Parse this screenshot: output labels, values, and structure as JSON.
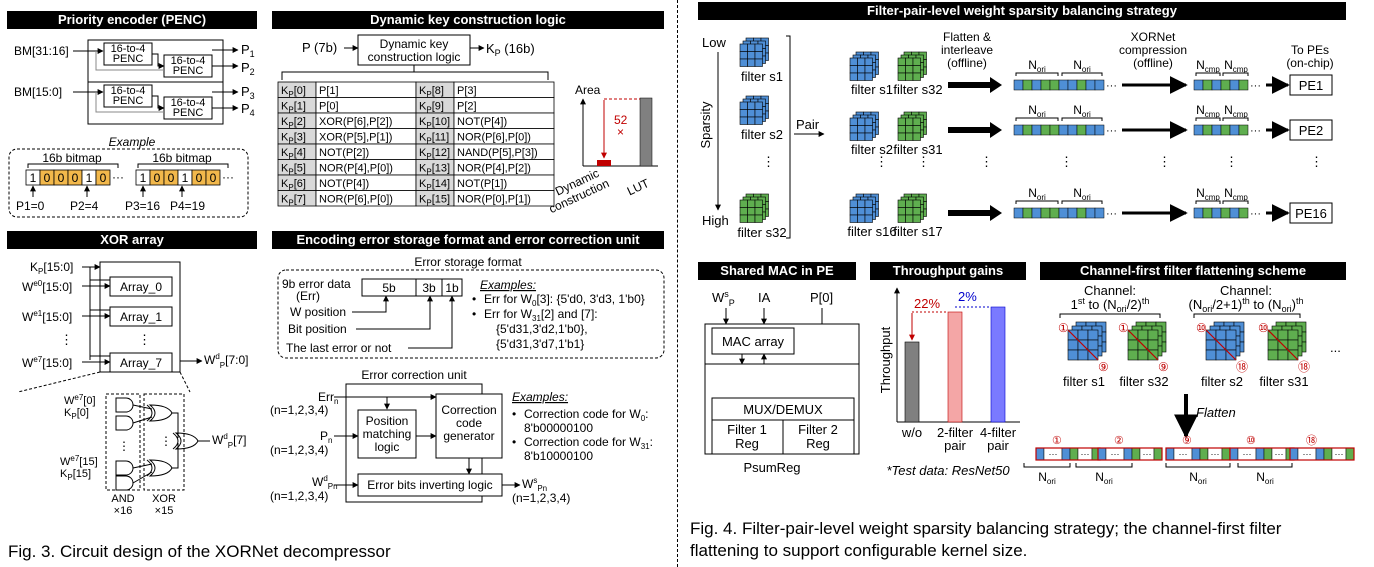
{
  "fig3": {
    "caption": "Fig. 3.  Circuit design of the XORNet decompressor",
    "penc": {
      "title": "Priority encoder (PENC)",
      "in_hi": "BM[31:16]",
      "in_lo": "BM[15:0]",
      "block_a": "16-to-4 PENC",
      "block_b": "16-to-4 PENC",
      "outs": [
        "P1",
        "P2",
        "P3",
        "P4"
      ],
      "example_label": "Example",
      "bitmap_label": "16b bitmap",
      "bits_a": [
        "1",
        "0",
        "0",
        "0",
        "1",
        "0"
      ],
      "bits_b": [
        "1",
        "0",
        "0",
        "1",
        "0",
        "0"
      ],
      "p_values": [
        "P1=0",
        "P2=4",
        "P3=16",
        "P4=19"
      ]
    },
    "dkc": {
      "title": "Dynamic key construction logic",
      "input": "P (7b)",
      "block": "Dynamic key construction logic",
      "output": "KP (16b)",
      "left": [
        {
          "k": "KP[0]",
          "v": "P[1]"
        },
        {
          "k": "KP[1]",
          "v": "P[0]"
        },
        {
          "k": "KP[2]",
          "v": "XOR(P[6],P[2])"
        },
        {
          "k": "KP[3]",
          "v": "XOR(P[5],P[1])"
        },
        {
          "k": "KP[4]",
          "v": "NOT(P[2])"
        },
        {
          "k": "KP[5]",
          "v": "NOR(P[4],P[0])"
        },
        {
          "k": "KP[6]",
          "v": "NOT(P[4])"
        },
        {
          "k": "KP[7]",
          "v": "NOR(P[6],P[0])"
        }
      ],
      "right": [
        {
          "k": "KP[8]",
          "v": "P[3]"
        },
        {
          "k": "KP[9]",
          "v": "P[2]"
        },
        {
          "k": "KP[10]",
          "v": "NOT(P[4])"
        },
        {
          "k": "KP[11]",
          "v": "NOR(P[6],P[0])"
        },
        {
          "k": "KP[12]",
          "v": "NAND(P[5],P[3])"
        },
        {
          "k": "KP[13]",
          "v": "NOR(P[4],P[2])"
        },
        {
          "k": "KP[14]",
          "v": "NOT(P[1])"
        },
        {
          "k": "KP[15]",
          "v": "NOR(P[0],P[1])"
        }
      ],
      "area_label": "Area",
      "area_ratio": "52 ×",
      "bar_dyn": "Dynamic construction",
      "bar_lut": "LUT"
    },
    "xor": {
      "title": "XOR array",
      "kp": "KP[15:0]",
      "w_inputs": [
        "We0[15:0]",
        "We1[15:0]",
        "⋮",
        "We7[15:0]"
      ],
      "arrays": [
        "Array_0",
        "Array_1",
        "⋮",
        "Array_7"
      ],
      "out": "WdP[7:0]",
      "g_in1": "We7[0]",
      "g_in2": "KP[0]",
      "g_in3": "We7[15]",
      "g_in4": "KP[15]",
      "g_out": "WdP[7]",
      "and_label": "AND",
      "and_count": "×16",
      "xor_label": "XOR",
      "xor_count": "×15"
    },
    "ecu": {
      "title": "Encoding error storage format and error correction unit",
      "fmt_title": "Error storage format",
      "err_data": "9b error data",
      "err_abbr": "(Err)",
      "fields": [
        "5b",
        "3b",
        "1b"
      ],
      "w_pos": "W position",
      "bit_pos": "Bit position",
      "last_err": "The last error or not",
      "examples_label": "Examples:",
      "ex1": "Err for W0[3]: {5'd0, 3'd3, 1'b0}",
      "ex2": "Err for W31[2] and [7]:",
      "ex2b": "{5'd31,3'd2,1'b0},",
      "ex2c": "{5'd31,3'd7,1'b1}",
      "unit_title": "Error correction unit",
      "in_err": "Errn",
      "in_p": "Pn",
      "in_w": "WdPn",
      "n_range": "(n=1,2,3,4)",
      "pos_logic": "Position matching logic",
      "corr_gen": "Correction code generator",
      "inv_logic": "Error bits inverting logic",
      "out_w": "WsPn",
      "cex1": "Correction code for W0:",
      "cex1v": "8'b00000100",
      "cex2": "Correction code for W31:",
      "cex2v": "8'b10000100"
    }
  },
  "fig4": {
    "caption_l1": "Fig. 4.  Filter-pair-level weight sparsity balancing strategy; the channel-first filter",
    "caption_l2": "flattening to support configurable kernel size.",
    "top": {
      "title": "Filter-pair-level weight sparsity balancing strategy",
      "low": "Low",
      "high": "High",
      "sparsity": "Sparsity",
      "pair": "Pair",
      "f_s1": "filter s1",
      "f_s2": "filter s2",
      "f_s32": "filter s32",
      "pairs": [
        [
          "filter s1",
          "filter s32"
        ],
        [
          "filter s2",
          "filter s31"
        ],
        [
          "filter s16",
          "filter s17"
        ]
      ],
      "flatten": "Flatten & interleave (offline)",
      "xornet": "XORNet compression (offline)",
      "to_pes": "To PEs (on-chip)",
      "n_ori": "Nori",
      "n_cmp": "Ncmp",
      "pes": [
        "PE1",
        "PE2",
        "PE16"
      ]
    },
    "mac": {
      "title": "Shared MAC in PE",
      "in_w": "WsP",
      "in_ia": "IA",
      "in_p": "P[0]",
      "mac_array": "MAC array",
      "mux": "MUX/DEMUX",
      "reg1": "Filter 1 Reg",
      "reg2": "Filter 2 Reg",
      "psum": "PsumReg"
    },
    "tput": {
      "title": "Throughput gains",
      "ylabel": "Throughput",
      "gain1": "22%",
      "gain2": "2%",
      "cats": [
        "w/o",
        "2-filter pair",
        "4-filter pair"
      ],
      "note": "*Test data: ResNet50"
    },
    "flat": {
      "title": "Channel-first filter flattening scheme",
      "ch1": "Channel:",
      "ch1b": "1st to (Nori/2)th",
      "ch2": "Channel:",
      "ch2b": "(Nori/2+1)th to (Nori)th",
      "filters": [
        "filter s1",
        "filter s32",
        "filter s2",
        "filter s31"
      ],
      "dots": "...",
      "flatten": "Flatten",
      "marks": [
        "①",
        "⑨",
        "⑩",
        "⑱",
        "①",
        "②",
        "⑨",
        "⑩",
        "⑱"
      ],
      "n_ori": "Nori"
    }
  }
}
